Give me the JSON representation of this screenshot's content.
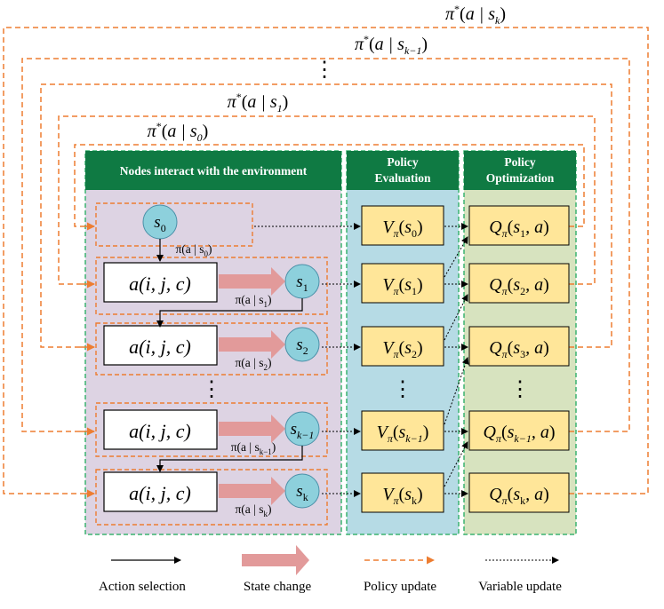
{
  "colors": {
    "header_green": "#0f7a43",
    "panel_purple": "#ddd3e3",
    "panel_blue": "#b6dbe5",
    "panel_green": "#d7e3bf",
    "box_yellow": "#ffe699",
    "state_circle": "#8dd0dc",
    "state_arrow": "#e29a9a",
    "policy_orange": "#ed7d31",
    "panel_border": "#3cb371"
  },
  "headers": {
    "nodes": "Nodes interact with the environment",
    "evaluation_line1": "Policy",
    "evaluation_line2": "Evaluation",
    "optimization_line1": "Policy",
    "optimization_line2": "Optimization"
  },
  "policy_labels": [
    {
      "name": "π",
      "sup": "*",
      "arg": "a | s",
      "sub": "k"
    },
    {
      "name": "π",
      "sup": "*",
      "arg": "a | s",
      "sub": "k−1"
    },
    {
      "name": "π",
      "sup": "*",
      "arg": "a | s",
      "sub": "1"
    },
    {
      "name": "π",
      "sup": "*",
      "arg": "a | s",
      "sub": "0"
    }
  ],
  "ellipsis": "⋮",
  "action_label": "a(i, j, c)",
  "rows": [
    {
      "state": "s",
      "state_sub": "0",
      "has_action": false,
      "trans": "π(a | s",
      "trans_sub": "0",
      "v": "V",
      "v_sub": "π",
      "v_arg": "s",
      "v_arg_sub": "0",
      "q": "Q",
      "q_sub": "π",
      "q_arg": "s",
      "q_arg_sub": "1",
      "q_tail": ", a"
    },
    {
      "state": "s",
      "state_sub": "1",
      "has_action": true,
      "trans": "π(a | s",
      "trans_sub": "1",
      "v": "V",
      "v_sub": "π",
      "v_arg": "s",
      "v_arg_sub": "1",
      "q": "Q",
      "q_sub": "π",
      "q_arg": "s",
      "q_arg_sub": "2",
      "q_tail": ", a"
    },
    {
      "state": "s",
      "state_sub": "2",
      "has_action": true,
      "trans": "π(a | s",
      "trans_sub": "2",
      "v": "V",
      "v_sub": "π",
      "v_arg": "s",
      "v_arg_sub": "2",
      "q": "Q",
      "q_sub": "π",
      "q_arg": "s",
      "q_arg_sub": "3",
      "q_tail": ", a"
    },
    {
      "state": "s",
      "state_sub": "k−1",
      "has_action": true,
      "trans": "π(a | s",
      "trans_sub": "k−1",
      "v": "V",
      "v_sub": "π",
      "v_arg": "s",
      "v_arg_sub": "k−1",
      "q": "Q",
      "q_sub": "π",
      "q_arg": "s",
      "q_arg_sub": "k−1",
      "q_tail": ", a"
    },
    {
      "state": "s",
      "state_sub": "k",
      "has_action": true,
      "trans": "π(a | s",
      "trans_sub": "k",
      "v": "V",
      "v_sub": "π",
      "v_arg": "s",
      "v_arg_sub": "k",
      "q": "Q",
      "q_sub": "π",
      "q_arg": "s",
      "q_arg_sub": "k",
      "q_tail": ", a"
    }
  ],
  "legend": [
    {
      "kind": "action",
      "label": "Action selection"
    },
    {
      "kind": "state",
      "label": "State change"
    },
    {
      "kind": "policy",
      "label": "Policy update"
    },
    {
      "kind": "variable",
      "label": "Variable update"
    }
  ]
}
